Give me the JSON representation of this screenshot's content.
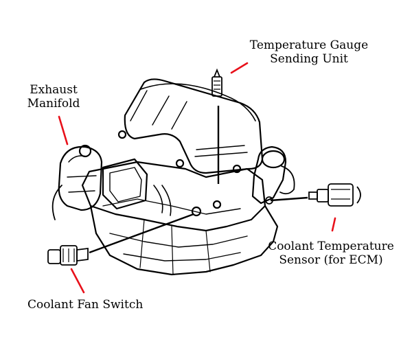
{
  "labels": {
    "temp_gauge": {
      "line1": "Temperature Gauge",
      "line2": "Sending Unit"
    },
    "exhaust_manifold": {
      "line1": "Exhaust",
      "line2": "Manifold"
    },
    "coolant_temp_sensor": {
      "line1": "Coolant Temperature",
      "line2": "Sensor (for ECM)"
    },
    "coolant_fan_switch": {
      "line1": "Coolant Fan Switch"
    }
  },
  "colors": {
    "ink": "#000000",
    "leader": "#e8101a",
    "background": "#ffffff"
  }
}
